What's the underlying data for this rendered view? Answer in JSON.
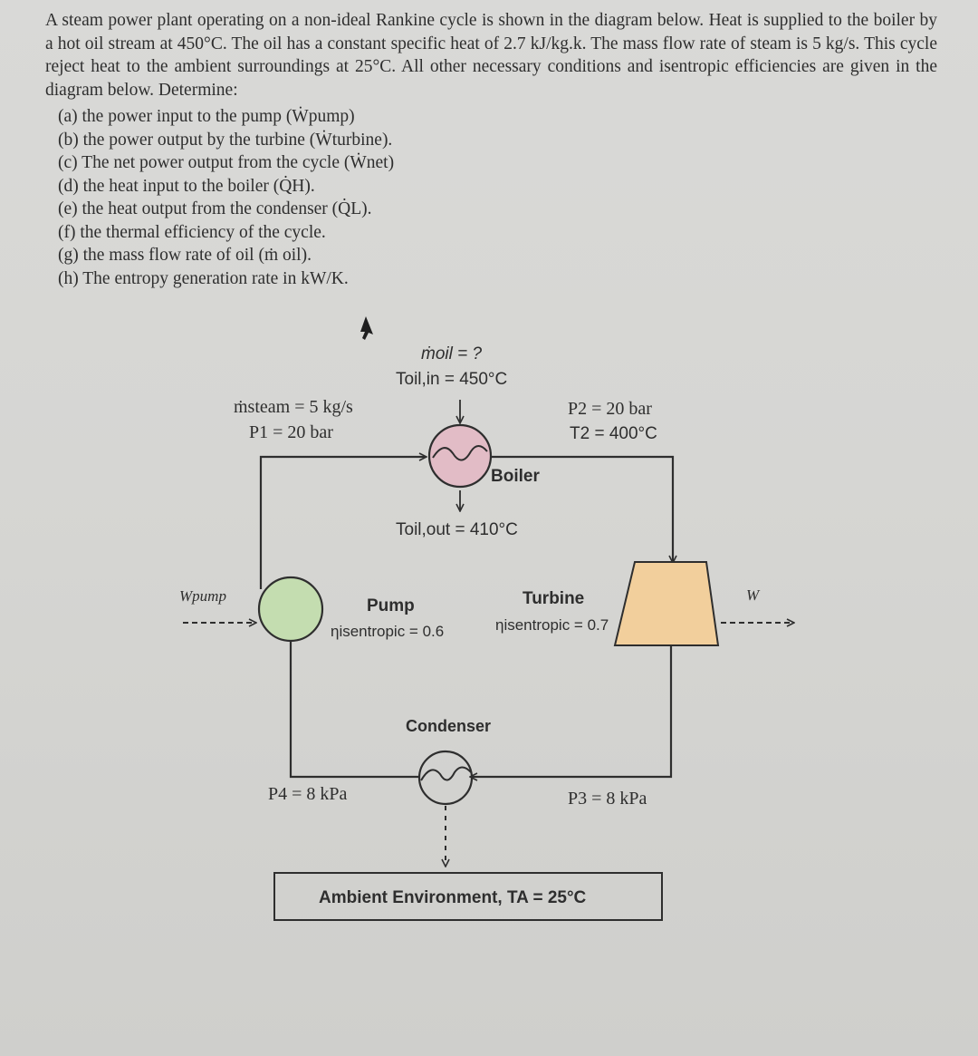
{
  "problem": {
    "intro": "A steam power plant operating on a non-ideal Rankine cycle is shown in the diagram below. Heat is supplied to the boiler by a hot oil stream at 450°C. The oil has a constant specific heat of 2.7 kJ/kg.k. The mass flow rate of steam is 5 kg/s. This cycle reject heat to the ambient surroundings at 25°C. All other necessary conditions and isentropic efficiencies are given in the diagram below. Determine:",
    "items": [
      "(a) the power input to the pump (Ẇpump)",
      "(b) the power output by the turbine (Ẇturbine).",
      "(c) The net power output from the cycle (Ẇnet)",
      "(d) the heat input to the boiler (Q̇H).",
      "(e) the heat output from the condenser (Q̇L).",
      "(f) the thermal efficiency of the cycle.",
      "(g) the mass flow rate of oil (ṁ oil).",
      "(h) The entropy generation rate in kW/K."
    ]
  },
  "diagram": {
    "m_oil": "ṁoil = ?",
    "t_oil_in": "Toil,in = 450°C",
    "m_steam": "ṁsteam = 5 kg/s",
    "p1": "P1 = 20 bar",
    "p2": "P2 = 20 bar",
    "t2": "T2 = 400°C",
    "boiler_label": "Boiler",
    "t_oil_out": "Toil,out = 410°C",
    "w_pump": "Wpump",
    "pump_label": "Pump",
    "pump_eff": "ηisentropic = 0.6",
    "turbine_label": "Turbine",
    "turbine_eff": "ηisentropic = 0.7",
    "w_turbine": "W",
    "condenser_label": "Condenser",
    "p4": "P4 = 8 kPa",
    "p3": "P3 = 8 kPa",
    "ambient": "Ambient Environment, TA = 25°C"
  },
  "colors": {
    "boiler_fill": "#e2bcc6",
    "pump_fill": "#c4ddb0",
    "turbine_fill": "#f2cf9c",
    "line": "#2e2e2e"
  }
}
